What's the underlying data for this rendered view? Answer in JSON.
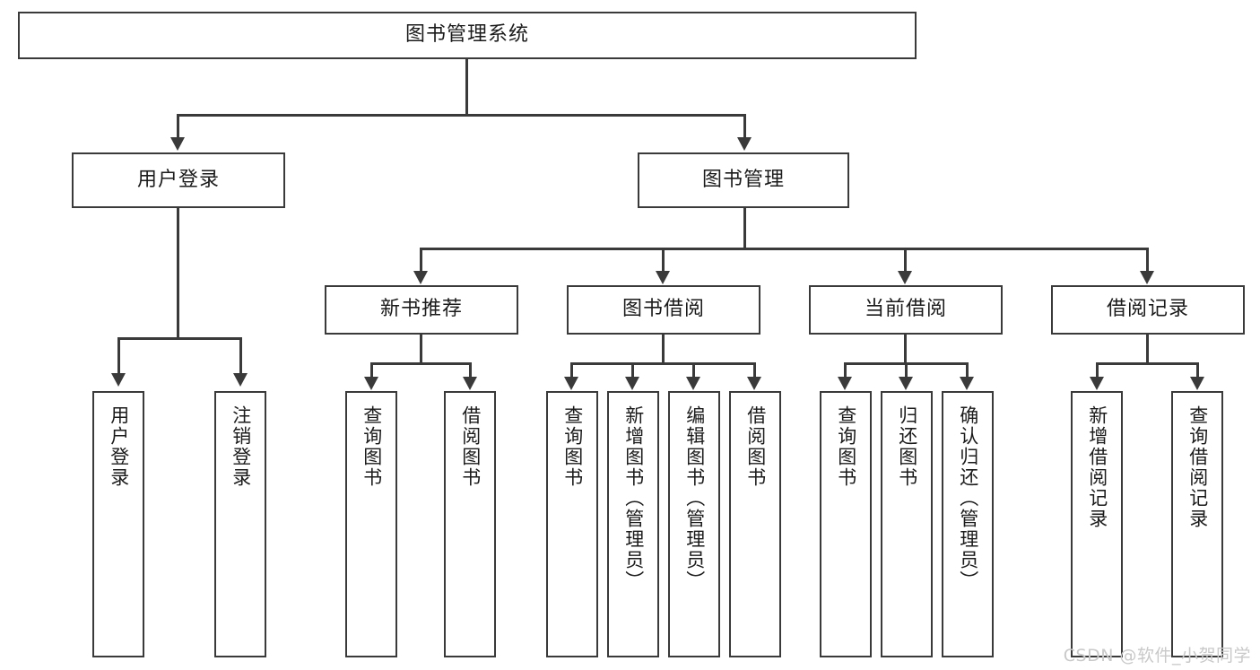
{
  "diagram": {
    "type": "tree-hierarchy",
    "title": "图书管理系统",
    "watermark": "CSDN @软件_小贺同学",
    "colors": {
      "stroke": "#3a3a3a",
      "fill": "#ffffff",
      "text": "#1b1b1b",
      "watermark": "#c9c9c9"
    },
    "levels": {
      "root": {
        "label": "图书管理系统"
      },
      "level2": [
        {
          "id": "user-login",
          "label": "用户登录"
        },
        {
          "id": "book-management",
          "label": "图书管理"
        }
      ],
      "level3": [
        {
          "id": "new-book-recommend",
          "label": "新书推荐",
          "parent": "book-management"
        },
        {
          "id": "book-borrow",
          "label": "图书借阅",
          "parent": "book-management"
        },
        {
          "id": "current-borrow",
          "label": "当前借阅",
          "parent": "book-management"
        },
        {
          "id": "borrow-record",
          "label": "借阅记录",
          "parent": "book-management"
        }
      ],
      "leaves": {
        "user-login": [
          {
            "id": "leaf-user-login",
            "label": "用户登录"
          },
          {
            "id": "leaf-user-logout",
            "label": "注销登录"
          }
        ],
        "new-book-recommend": [
          {
            "id": "leaf-query-book-1",
            "label": "查询图书"
          },
          {
            "id": "leaf-borrow-book-1",
            "label": "借阅图书"
          }
        ],
        "book-borrow": [
          {
            "id": "leaf-query-book-2",
            "label": "查询图书"
          },
          {
            "id": "leaf-add-book",
            "label": "新增图书（管理员）"
          },
          {
            "id": "leaf-edit-book",
            "label": "编辑图书（管理员）"
          },
          {
            "id": "leaf-borrow-book-2",
            "label": "借阅图书"
          }
        ],
        "current-borrow": [
          {
            "id": "leaf-query-book-3",
            "label": "查询图书"
          },
          {
            "id": "leaf-return-book",
            "label": "归还图书"
          },
          {
            "id": "leaf-confirm-return",
            "label": "确认归还（管理员）"
          }
        ],
        "borrow-record": [
          {
            "id": "leaf-add-record",
            "label": "新增借阅记录"
          },
          {
            "id": "leaf-query-record",
            "label": "查询借阅记录"
          }
        ]
      }
    }
  }
}
